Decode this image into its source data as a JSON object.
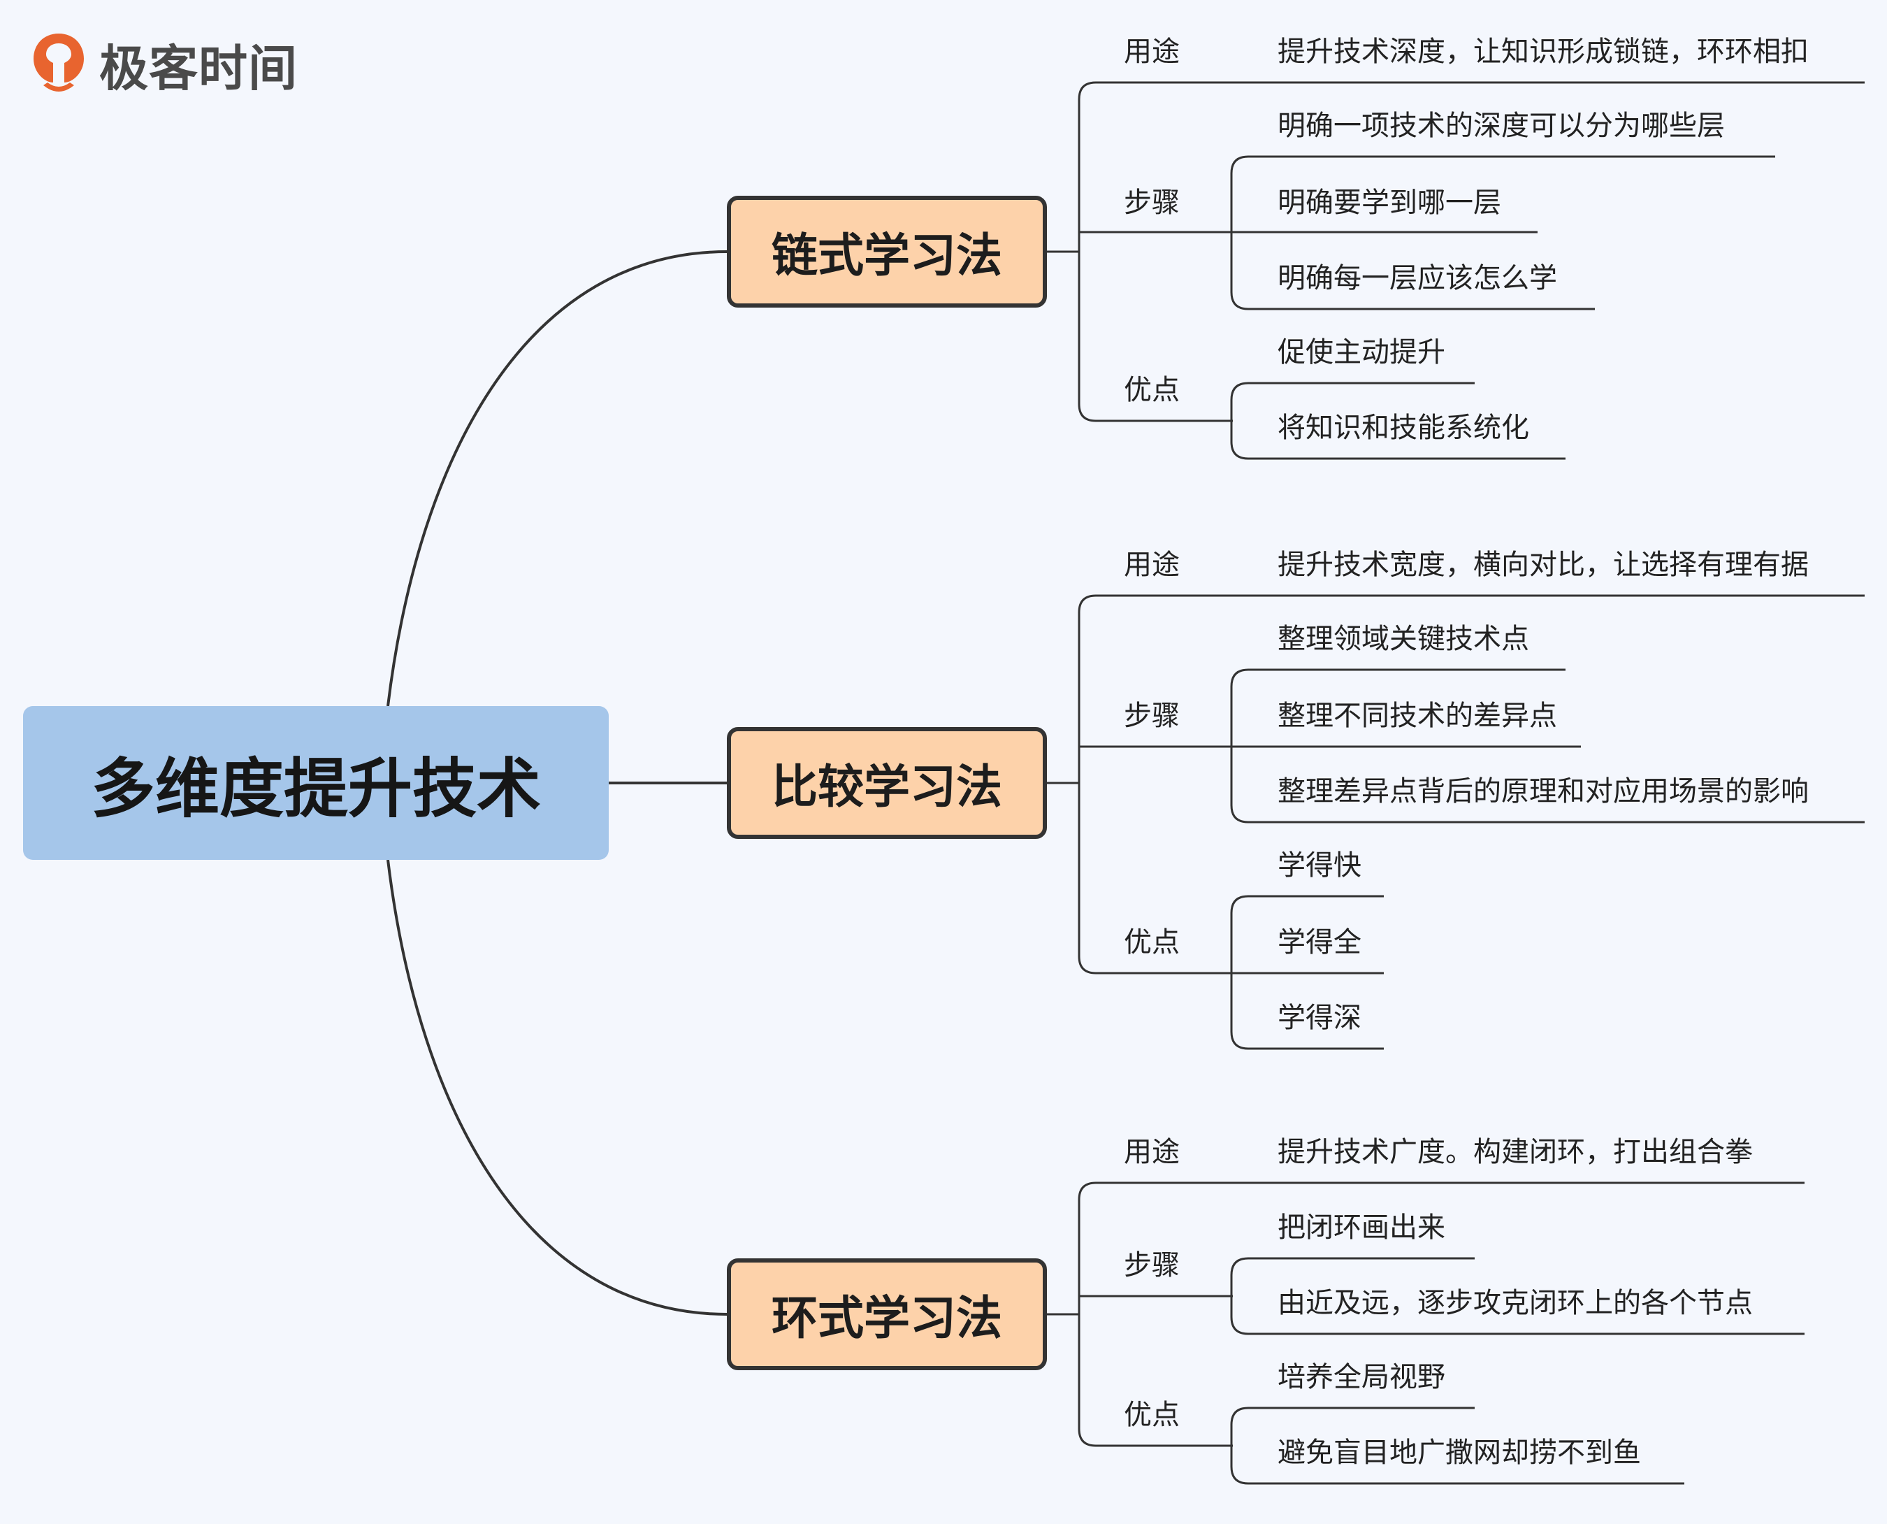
{
  "logo": {
    "text": "极客时间",
    "icon": "geektime-logo-icon",
    "color": "#e8642f"
  },
  "root": {
    "label": "多维度提升技术",
    "color": "#a5c6ea"
  },
  "methods": [
    {
      "label": "链式学习法",
      "groups": [
        {
          "label": "用途",
          "items": [
            "提升技术深度，让知识形成锁链，环环相扣"
          ]
        },
        {
          "label": "步骤",
          "items": [
            "明确一项技术的深度可以分为哪些层",
            "明确要学到哪一层",
            "明确每一层应该怎么学"
          ]
        },
        {
          "label": "优点",
          "items": [
            "促使主动提升",
            "将知识和技能系统化"
          ]
        }
      ]
    },
    {
      "label": "比较学习法",
      "groups": [
        {
          "label": "用途",
          "items": [
            "提升技术宽度，横向对比，让选择有理有据"
          ]
        },
        {
          "label": "步骤",
          "items": [
            "整理领域关键技术点",
            "整理不同技术的差异点",
            "整理差异点背后的原理和对应用场景的影响"
          ]
        },
        {
          "label": "优点",
          "items": [
            "学得快",
            "学得全",
            "学得深"
          ]
        }
      ]
    },
    {
      "label": "环式学习法",
      "groups": [
        {
          "label": "用途",
          "items": [
            "提升技术广度。构建闭环，打出组合拳"
          ]
        },
        {
          "label": "步骤",
          "items": [
            "把闭环画出来",
            "由近及远，逐步攻克闭环上的各个节点"
          ]
        },
        {
          "label": "优点",
          "items": [
            "培养全局视野",
            "避免盲目地广撒网却捞不到鱼"
          ]
        }
      ]
    }
  ],
  "colors": {
    "method_fill": "#fdd2aa",
    "line": "#333333",
    "background": "#f4f7fd"
  }
}
